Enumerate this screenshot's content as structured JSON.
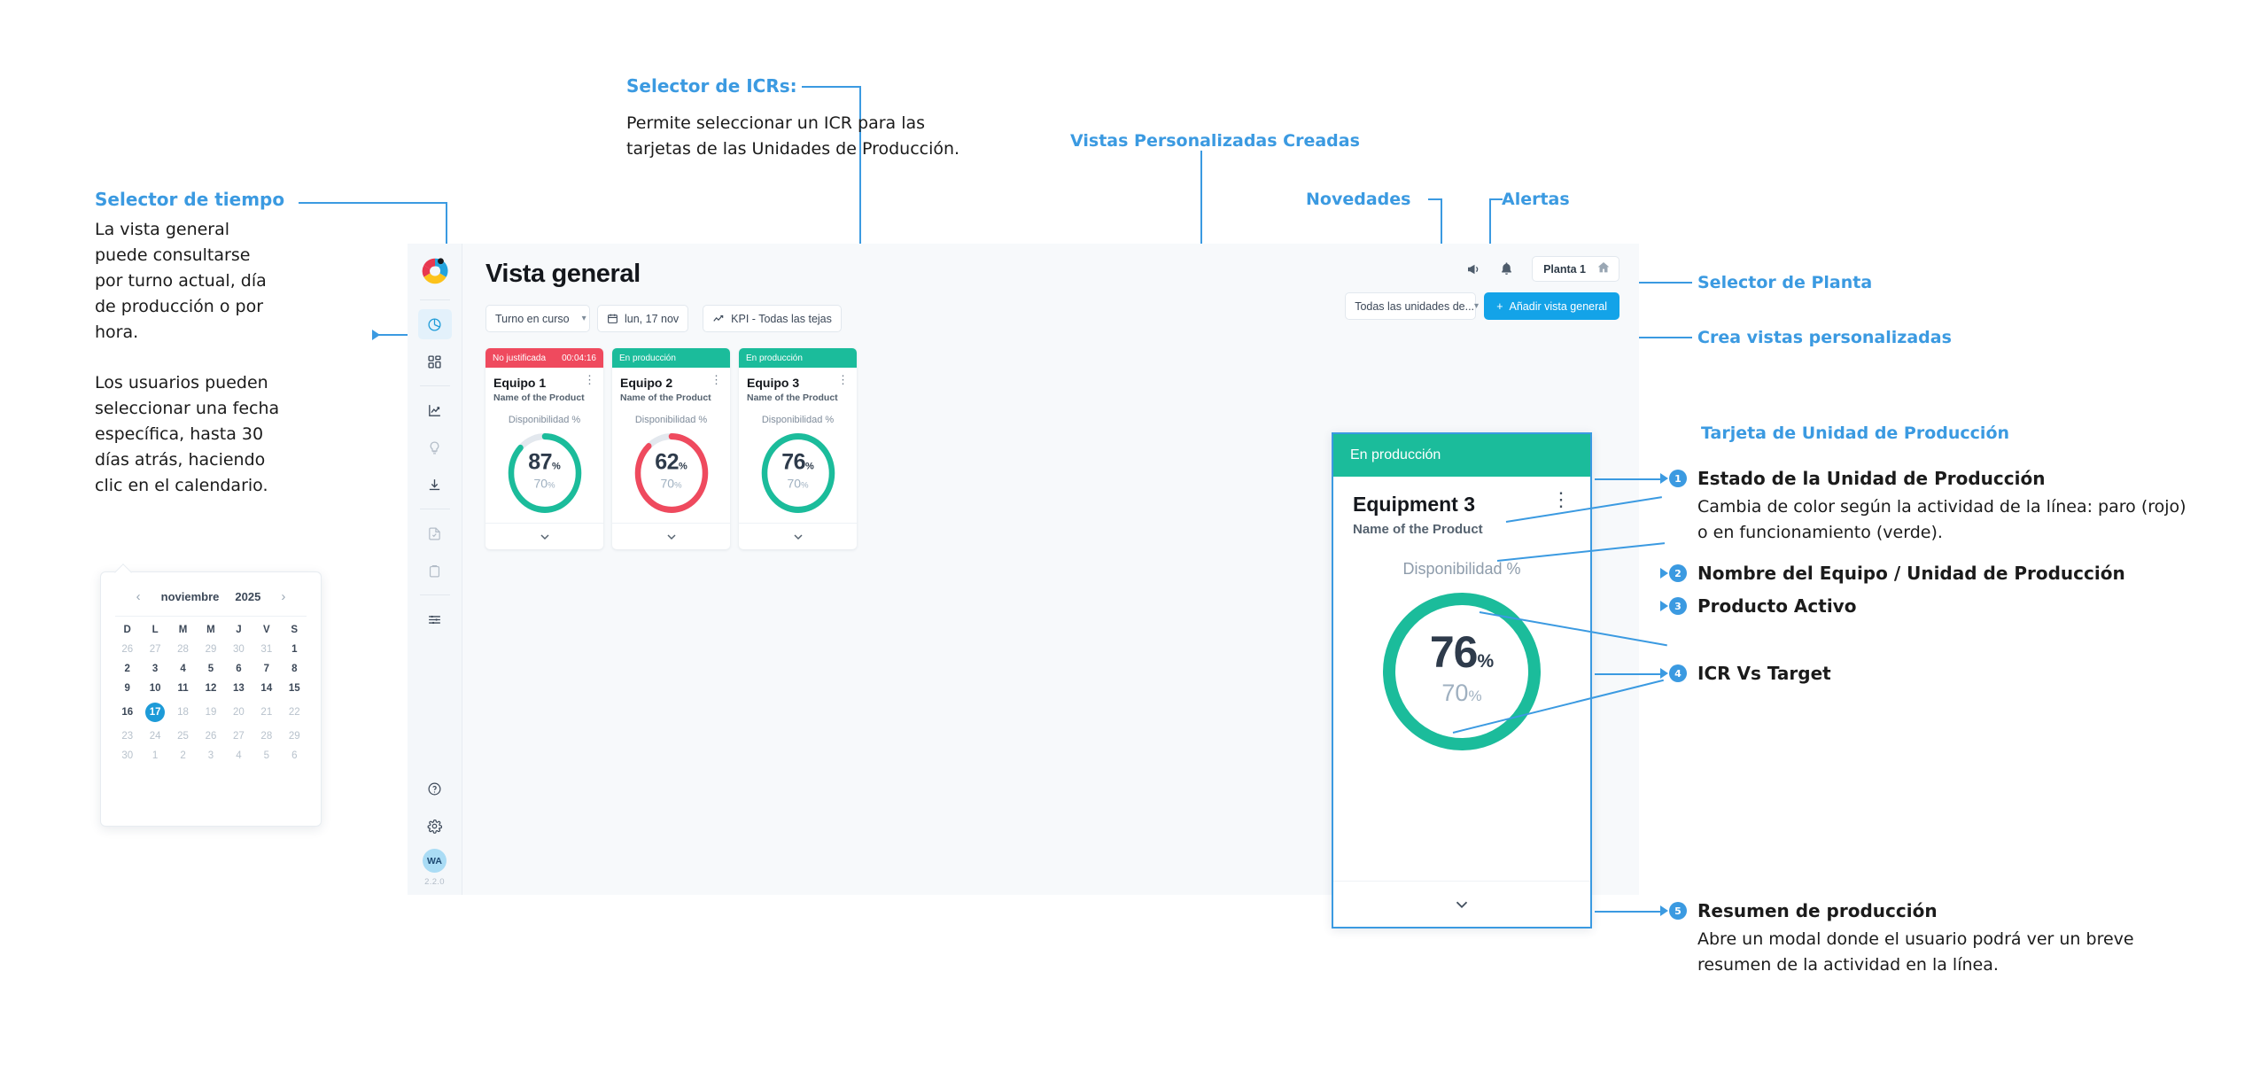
{
  "annotations": {
    "time_selector": {
      "title": "Selector de tiempo",
      "body1": "La vista general puede consultarse por turno actual, día de producción o por hora.",
      "body2": "Los usuarios pueden seleccionar una fecha específica, hasta 30 días atrás, haciendo clic en el calendario."
    },
    "icr_selector": {
      "title": "Selector de ICRs:",
      "body": "Permite seleccionar un ICR para las tarjetas de las Unidades de Producción."
    },
    "custom_views": "Vistas Personalizadas Creadas",
    "novedades": "Novedades",
    "alertas": "Alertas",
    "plant_selector": "Selector de Planta",
    "create_custom_views": "Crea vistas personalizadas",
    "card_section_title": "Tarjeta de Unidad de Producción",
    "items": [
      {
        "num": "1",
        "title": "Estado de la Unidad de Producción",
        "body": "Cambia de color según la actividad de la línea: paro (rojo) o en funcionamiento (verde)."
      },
      {
        "num": "2",
        "title": "Nombre del Equipo / Unidad de Producción",
        "body": ""
      },
      {
        "num": "3",
        "title": "Producto Activo",
        "body": ""
      },
      {
        "num": "4",
        "title": "ICR Vs Target",
        "body": ""
      },
      {
        "num": "5",
        "title": "Resumen de producción",
        "body": "Abre un modal donde el usuario podrá ver un breve resumen de la actividad en la línea."
      }
    ]
  },
  "calendar": {
    "prev": "‹",
    "next": "›",
    "month": "noviembre",
    "year": "2025",
    "weekdays": [
      "D",
      "L",
      "M",
      "M",
      "J",
      "V",
      "S"
    ],
    "weeks": [
      [
        {
          "d": "26",
          "muted": true
        },
        {
          "d": "27",
          "muted": true
        },
        {
          "d": "28",
          "muted": true
        },
        {
          "d": "29",
          "muted": true
        },
        {
          "d": "30",
          "muted": true
        },
        {
          "d": "31",
          "muted": true
        },
        {
          "d": "1",
          "muted": false
        }
      ],
      [
        {
          "d": "2"
        },
        {
          "d": "3"
        },
        {
          "d": "4"
        },
        {
          "d": "5"
        },
        {
          "d": "6"
        },
        {
          "d": "7"
        },
        {
          "d": "8"
        }
      ],
      [
        {
          "d": "9"
        },
        {
          "d": "10"
        },
        {
          "d": "11"
        },
        {
          "d": "12"
        },
        {
          "d": "13"
        },
        {
          "d": "14"
        },
        {
          "d": "15"
        }
      ],
      [
        {
          "d": "16"
        },
        {
          "d": "17",
          "today": true
        },
        {
          "d": "18",
          "muted": true
        },
        {
          "d": "19",
          "muted": true
        },
        {
          "d": "20",
          "muted": true
        },
        {
          "d": "21",
          "muted": true
        },
        {
          "d": "22",
          "muted": true
        }
      ],
      [
        {
          "d": "23",
          "muted": true
        },
        {
          "d": "24",
          "muted": true
        },
        {
          "d": "25",
          "muted": true
        },
        {
          "d": "26",
          "muted": true
        },
        {
          "d": "27",
          "muted": true
        },
        {
          "d": "28",
          "muted": true
        },
        {
          "d": "29",
          "muted": true
        }
      ],
      [
        {
          "d": "30",
          "muted": true
        },
        {
          "d": "1",
          "muted": true
        },
        {
          "d": "2",
          "muted": true
        },
        {
          "d": "3",
          "muted": true
        },
        {
          "d": "4",
          "muted": true
        },
        {
          "d": "5",
          "muted": true
        },
        {
          "d": "6",
          "muted": true
        }
      ]
    ]
  },
  "app": {
    "page_title": "Vista general",
    "sidebar": {
      "version": "2.2.0",
      "avatar": "WA",
      "items": [
        {
          "icon": "pie-chart-icon",
          "active": true
        },
        {
          "icon": "dashboard-grid-icon",
          "active": false
        },
        {
          "icon": "analytics-trend-icon",
          "active": false
        },
        {
          "icon": "lightbulb-icon",
          "active": false,
          "dim": true
        },
        {
          "icon": "download-icon",
          "active": false
        },
        {
          "icon": "document-check-icon",
          "active": false,
          "dim": true
        },
        {
          "icon": "clipboard-icon",
          "active": false,
          "dim": true
        },
        {
          "icon": "sliders-icon",
          "active": false
        },
        {
          "icon": "help-circle-icon",
          "active": false
        },
        {
          "icon": "gear-icon",
          "active": false
        }
      ]
    },
    "toolbar": {
      "shift": "Turno en curso",
      "date": "lun, 17 nov",
      "kpi": "KPI - Todas las tejas"
    },
    "header": {
      "plant": "Planta 1",
      "units_filter": "Todas las unidades de...",
      "add_view": "Añadir vista general",
      "add_view_plus": "+"
    },
    "cards": [
      {
        "status": "No justificada",
        "timer": "00:04:16",
        "status_kind": "red",
        "title": "Equipo 1",
        "product": "Name of the Product",
        "metric": "Disponibilidad %",
        "value": 87,
        "value_text": "87",
        "pct": "%",
        "target": "70",
        "target_pct": "%",
        "gauge_color": "#1bbc9b"
      },
      {
        "status": "En producción",
        "timer": "",
        "status_kind": "green",
        "title": "Equipo 2",
        "product": "Name of the Product",
        "metric": "Disponibilidad %",
        "value": 88,
        "value_text": "62",
        "pct": "%",
        "target": "70",
        "target_pct": "%",
        "gauge_color": "#ef4a5e"
      },
      {
        "status": "En producción",
        "timer": "",
        "status_kind": "green",
        "title": "Equipo 3",
        "product": "Name of the Product",
        "metric": "Disponibilidad %",
        "value": 100,
        "value_text": "76",
        "pct": "%",
        "target": "70",
        "target_pct": "%",
        "gauge_color": "#1bbc9b"
      }
    ]
  },
  "zoom_card": {
    "status": "En producción",
    "title": "Equipment 3",
    "product": "Name of the Product",
    "metric": "Disponibilidad %",
    "value_text": "76",
    "pct": "%",
    "target": "70",
    "target_pct": "%",
    "gauge_color": "#1bbc9b",
    "kebab": "⋮"
  },
  "colors": {
    "accent_blue": "#3b9ae1",
    "brand_blue": "#13a3e8",
    "green": "#1bbc9b",
    "red": "#ef4a5e",
    "app_bg": "#f7f9fb",
    "track": "#e3e8ee"
  }
}
